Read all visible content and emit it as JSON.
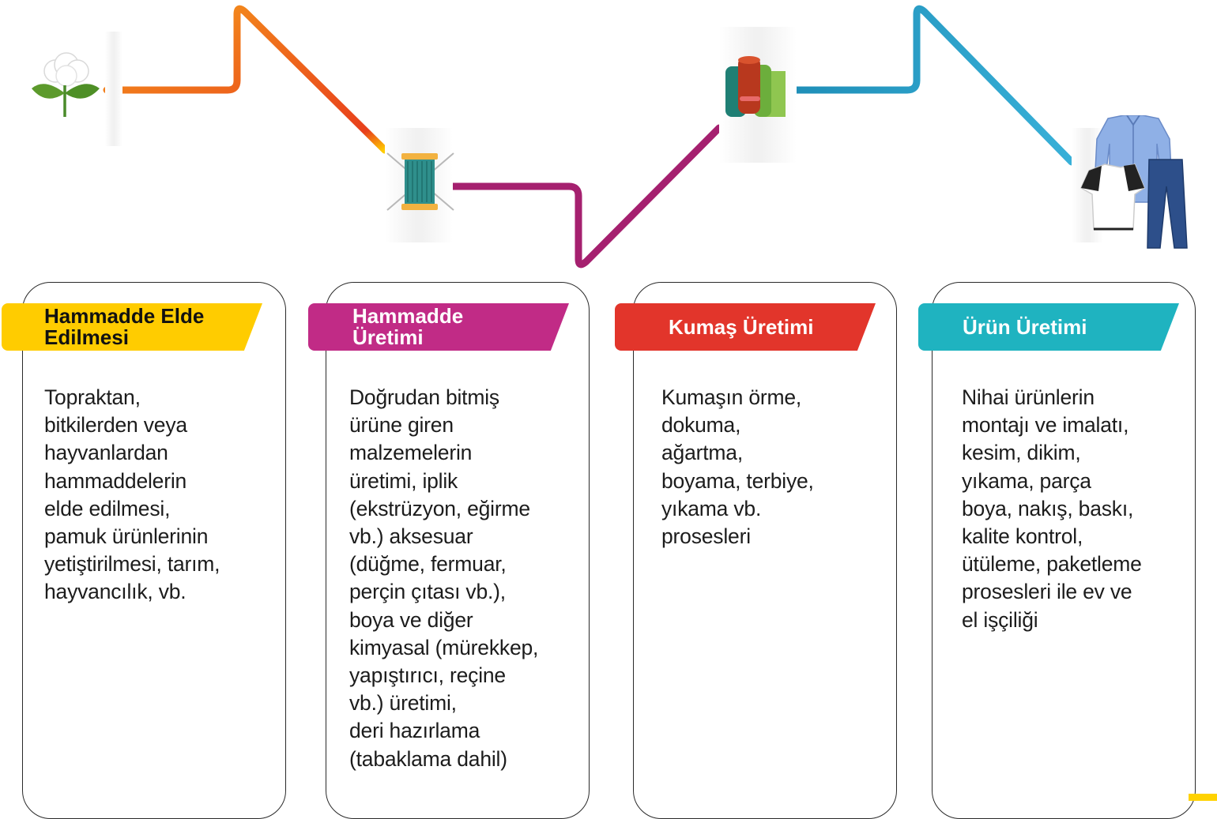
{
  "colors": {
    "yellow": "#ffcc00",
    "orange": "#f07a1a",
    "red_orange": "#e8401c",
    "magenta": "#c12b86",
    "purple": "#9c1e6a",
    "red": "#e2352b",
    "teal": "#1fb3c0",
    "blue": "#2ea4cc"
  },
  "stages": [
    {
      "icon": "cotton-plant-icon",
      "title": "Hammadde Elde\nEdilmesi",
      "text": "Topraktan,\nbitkilerden veya\nhayvanlardan\nhammaddelerin\nelde edilmesi,\npamuk ürünlerinin\nyetiştirilmesi, tarım,\nhayvancılık, vb."
    },
    {
      "icon": "thread-spool-needles-icon",
      "title": "Hammadde\nÜretimi",
      "text": "Doğrudan bitmiş\nürüne giren\nmalzemelerin\nüretimi, iplik\n(ekstrüzyon, eğirme\nvb.) aksesuar\n(düğme, fermuar,\nperçin çıtası vb.),\nboya ve diğer\nkimyasal (mürekkep,\nyapıştırıcı, reçine\nvb.) üretimi,\nderi hazırlama\n(tabaklama dahil)"
    },
    {
      "icon": "fabric-rolls-icon",
      "title": "Kumaş Üretimi",
      "text": "Kumaşın örme,\ndokuma,\nağartma,\nboyama, terbiye,\nyıkama vb.\nprosesleri"
    },
    {
      "icon": "clothing-icon",
      "title": "Ürün Üretimi",
      "text": "Nihai ürünlerin\nmontajı ve imalatı,\nkesim, dikim,\nyıkama, parça\nboya, nakış, baskı,\nkalite kontrol,\nütüleme, paketleme\nprosesleri ile ev ve\nel işçiliği"
    }
  ]
}
